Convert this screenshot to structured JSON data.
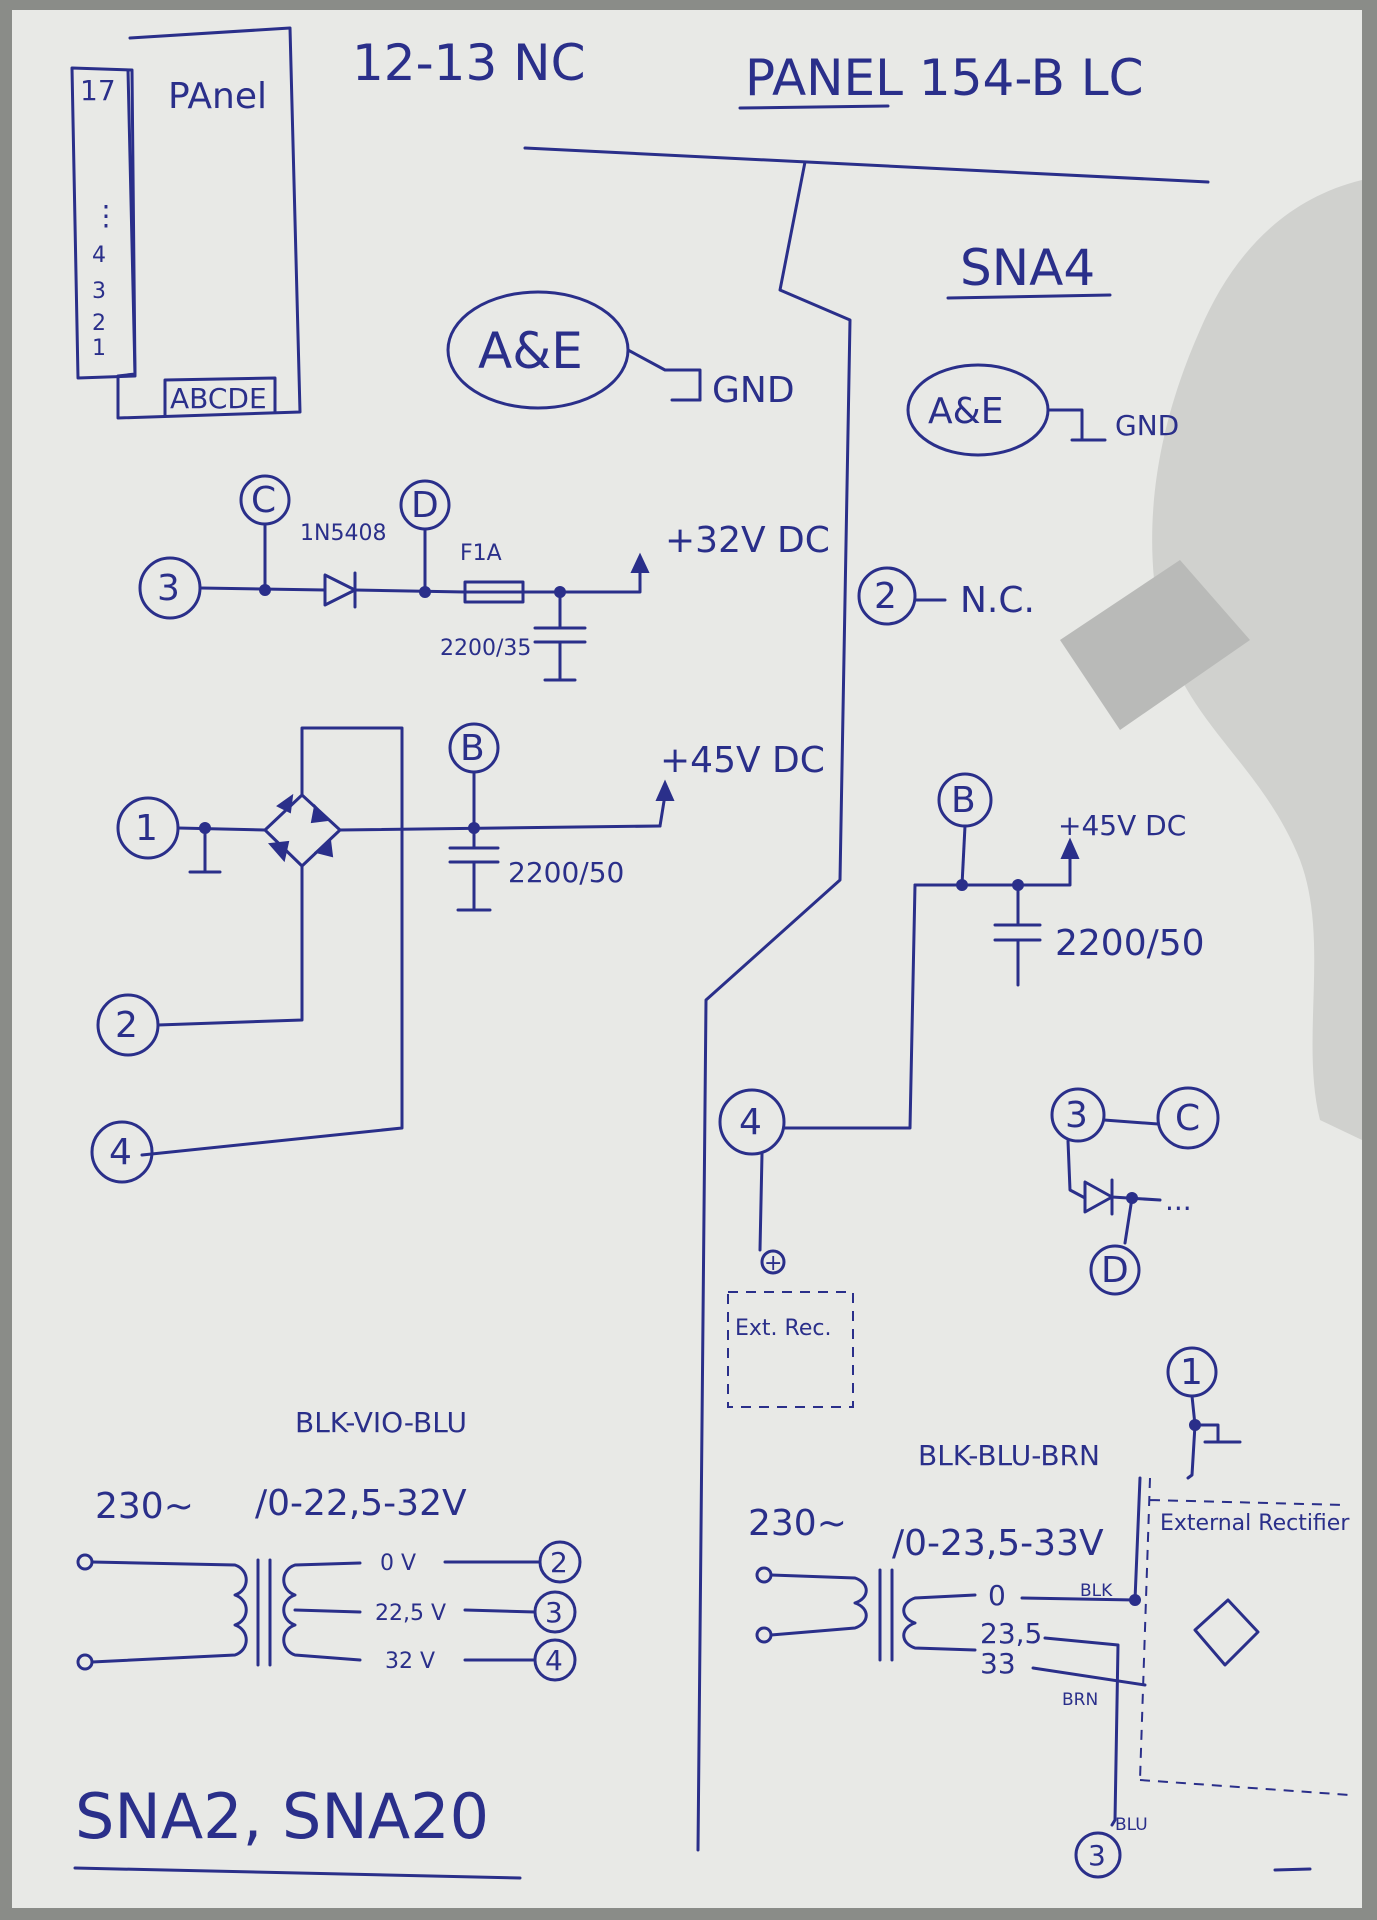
{
  "header": {
    "panel_title": "PANEL 154-B LC",
    "nc_note": "12-13 NC"
  },
  "panel_box": {
    "label": "PAnel",
    "pin_top": "17",
    "pin_dots": "⋮",
    "pins": [
      "4",
      "3",
      "2",
      "1"
    ],
    "columns": "ABCDE"
  },
  "left": {
    "ae": "A&E",
    "gnd": "GND",
    "node3": "3",
    "nodeC": "C",
    "nodeD": "D",
    "diode": "1N5408",
    "fuse": "F1A",
    "cap1": "2200/35",
    "v32": "+32V DC",
    "node1": "1",
    "node2": "2",
    "node4": "4",
    "nodeB": "B",
    "cap2": "2200/50",
    "v45": "+45V DC",
    "wires": "BLK-VIO-BLU",
    "mains": "230~",
    "taps": "/0-22,5-32V",
    "tap0": "0 V",
    "tap22": "22,5 V",
    "tap32": "32 V",
    "out2": "2",
    "out3": "3",
    "out4": "4",
    "model": "SNA2, SNA20"
  },
  "right": {
    "model": "SNA4",
    "ae": "A&E",
    "gnd": "GND",
    "node2": "2",
    "nc": "N.C.",
    "nodeB": "B",
    "v45": "+45V DC",
    "cap": "2200/50",
    "node4": "4",
    "plus": "+",
    "ext_rect": "Ext. Rec.",
    "node3": "3",
    "nodeC": "C",
    "nodeD": "D",
    "dots": "...",
    "node1": "1",
    "wires": "BLK-BLU-BRN",
    "mains": "230~",
    "taps": "/0-23,5-33V",
    "tap0": "0",
    "tap23": "23,5",
    "tap33": "33",
    "blk": "BLK",
    "brn": "BRN",
    "blu": "BLU",
    "ext_label": "External Rectifier",
    "node3b": "3"
  }
}
